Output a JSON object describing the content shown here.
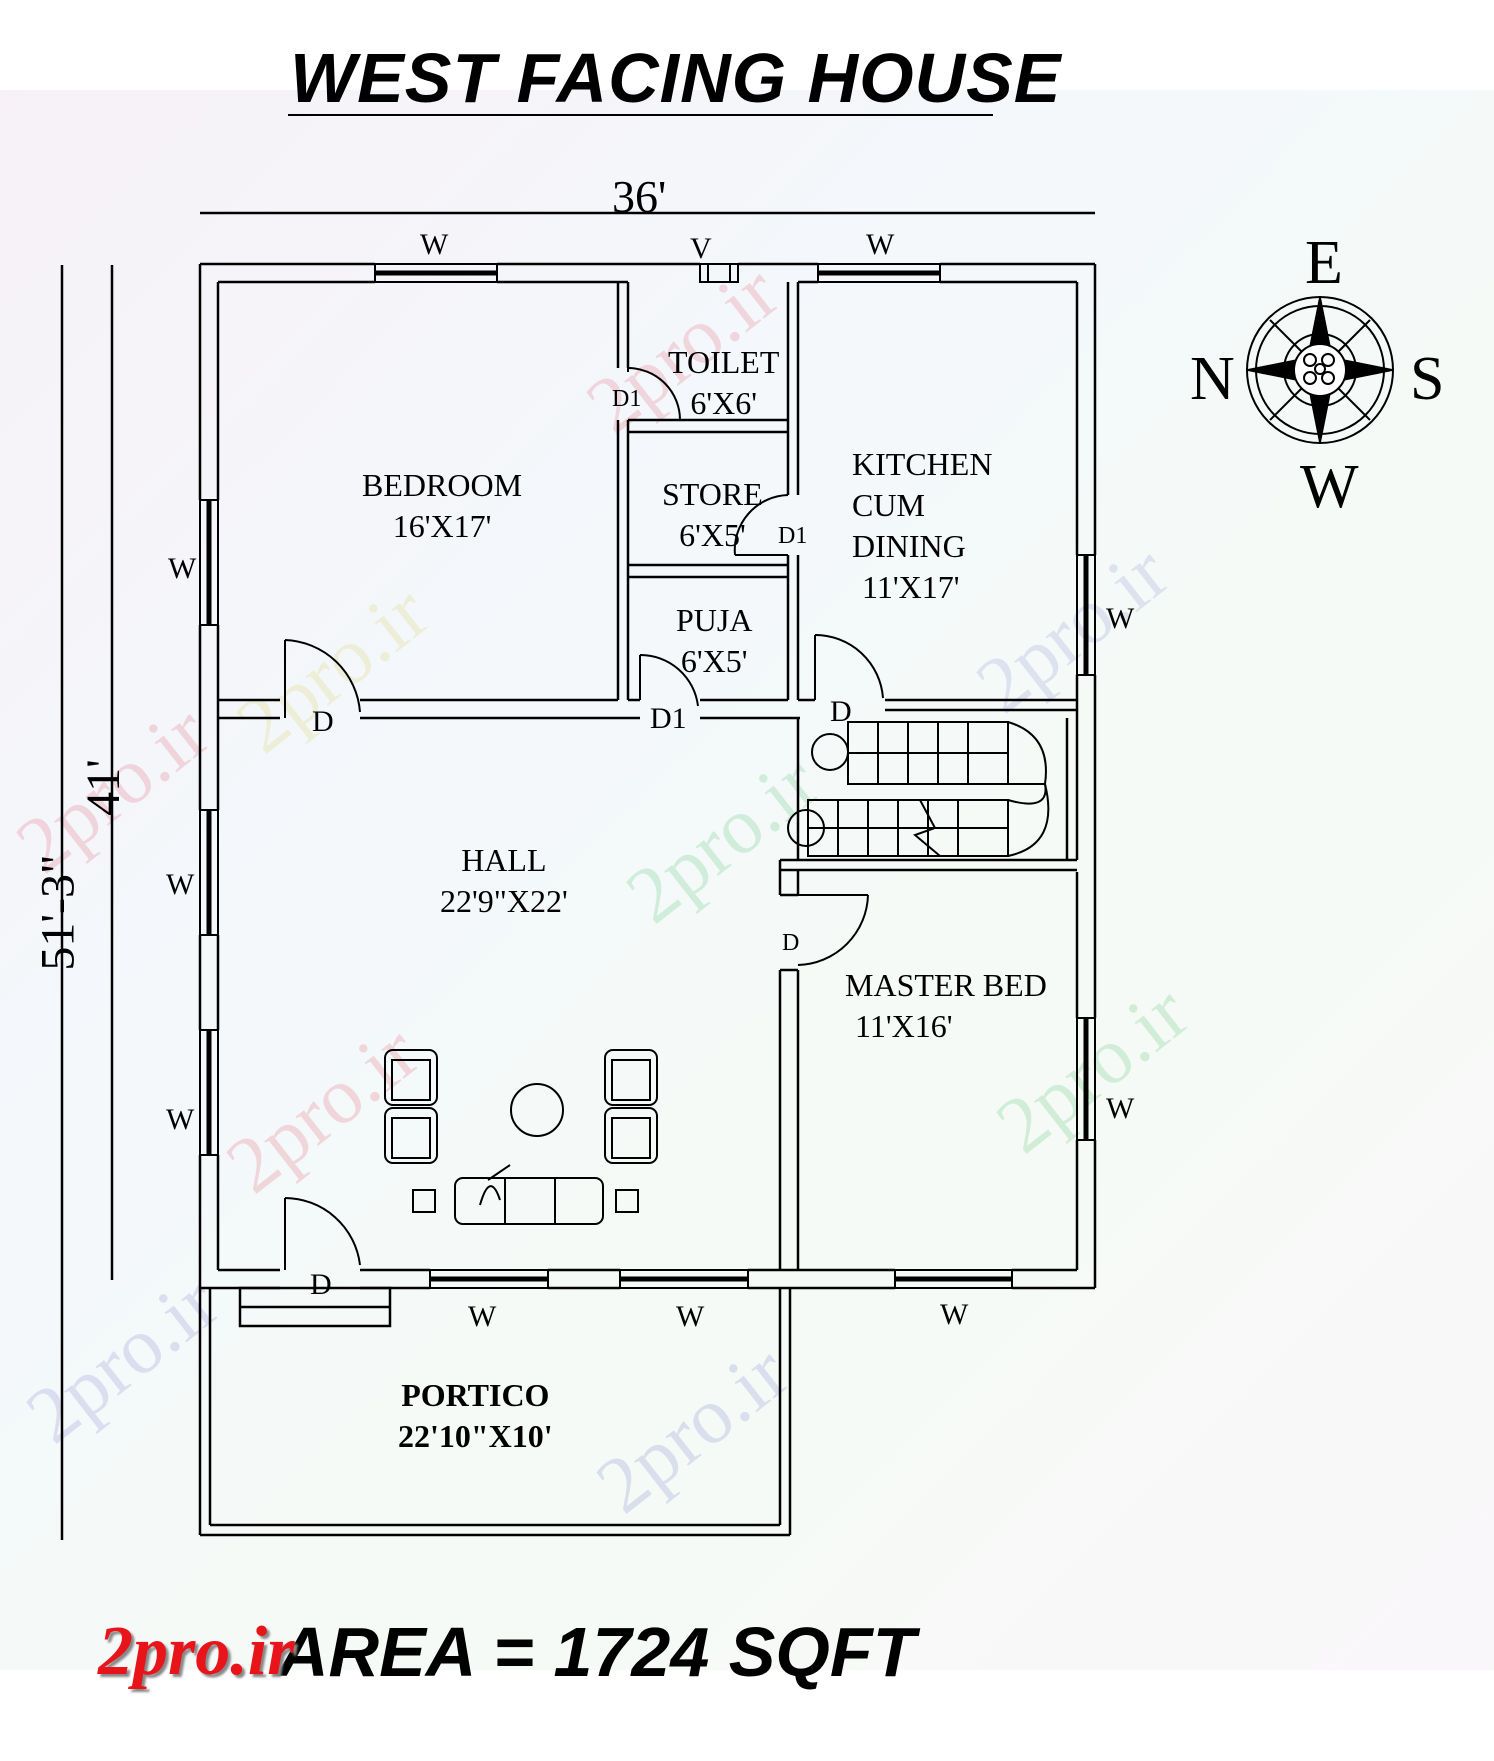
{
  "title": "WEST FACING HOUSE",
  "area": "AREA = 1724 SQFT",
  "brand": "2pro.ir",
  "watermark": "2pro.ir",
  "dimensions": {
    "top": "36'",
    "inner_left": "41'",
    "outer_left": "51'-3\""
  },
  "compass": {
    "north": "N",
    "south": "S",
    "east": "E",
    "west": "W"
  },
  "rooms": {
    "bedroom": {
      "name": "BEDROOM",
      "size": "16'X17'"
    },
    "toilet": {
      "name": "TOILET",
      "size": "6'X6'"
    },
    "store": {
      "name": "STORE",
      "size": "6'X5'"
    },
    "puja": {
      "name": "PUJA",
      "size": "6'X5'"
    },
    "kitchen": {
      "line1": "KITCHEN",
      "line2": "CUM",
      "line3": "DINING",
      "size": "11'X17'"
    },
    "hall": {
      "name": "HALL",
      "size": "22'9\"X22'"
    },
    "master": {
      "name": "MASTER BED",
      "size": "11'X16'"
    },
    "portico": {
      "name": "PORTICO",
      "size": "22'10\"X10'"
    }
  },
  "openings": {
    "window": "W",
    "ventilator": "V",
    "door": "D",
    "door_small": "D1"
  },
  "colors": {
    "line": "#000000",
    "brand": "#e8141a",
    "watermark_red": "#e06070",
    "watermark_green": "#50c070",
    "watermark_blue": "#8080d0"
  }
}
